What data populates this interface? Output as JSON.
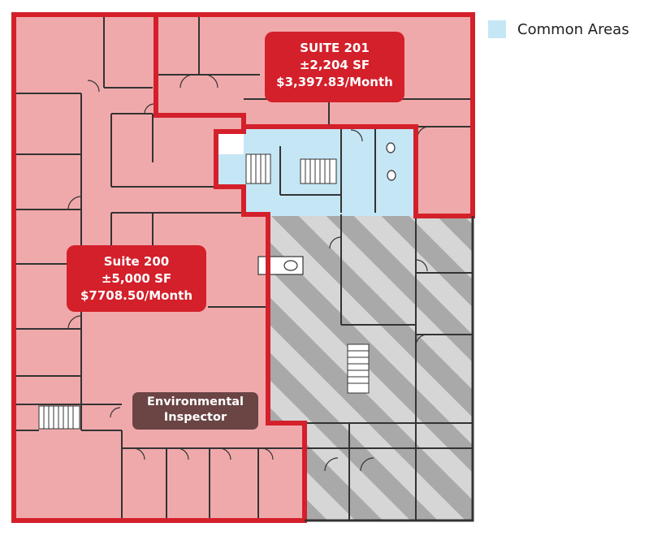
{
  "legend": {
    "label": "Common Areas",
    "swatch_color": "#c5e6f5"
  },
  "suite_201": {
    "name": "SUITE 201",
    "area": "±2,204 SF",
    "rent": "$3,397.83/Month"
  },
  "suite_200": {
    "name": "Suite 200",
    "area": "±5,000 SF",
    "rent": "$7708.50/Month"
  },
  "tenant": {
    "line1": "Environmental",
    "line2": "Inspector"
  },
  "colors": {
    "suite_fill": "#f0a9ab",
    "suite_border": "#d3202b",
    "common_fill": "#c5e6f5",
    "unavailable_fill": "#d8d8d8",
    "wall": "#333333"
  }
}
